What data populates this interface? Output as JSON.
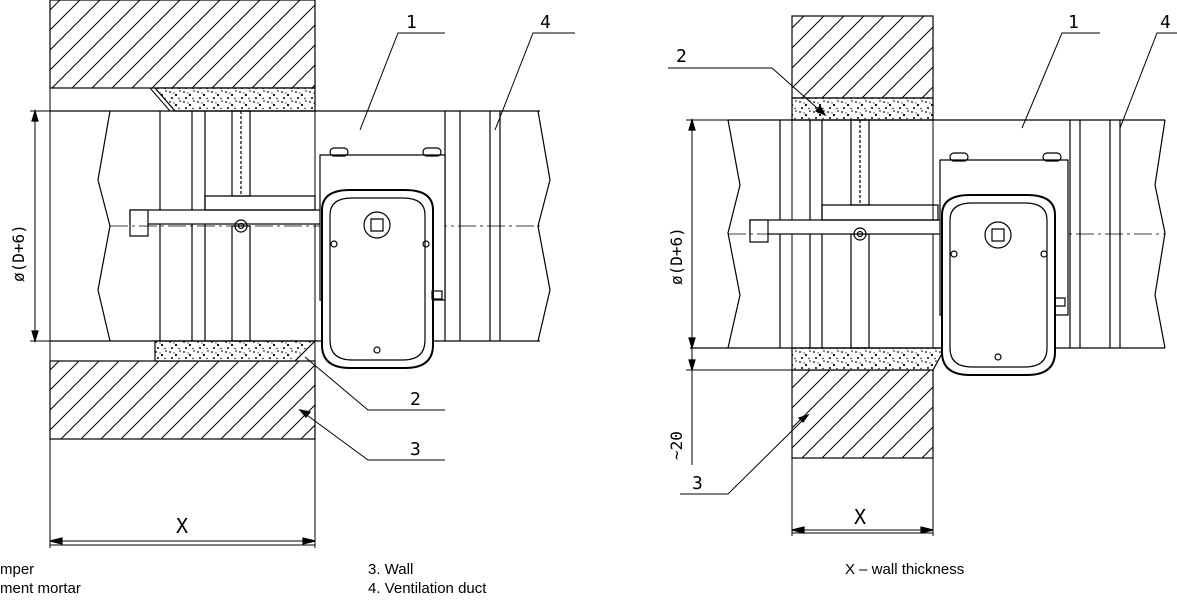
{
  "diagrams": {
    "left": {
      "callouts": [
        "1",
        "4",
        "2",
        "3"
      ],
      "diameter_label": "ø(D+6)",
      "width_label": "X"
    },
    "right": {
      "callouts": [
        "2",
        "1",
        "4",
        "3"
      ],
      "diameter_label": "ø(D+6)",
      "gap_label": "~20",
      "width_label": "X"
    }
  },
  "legend": {
    "col1": [
      "mper",
      "ment mortar"
    ],
    "col2": [
      "3. Wall",
      "4. Ventilation duct"
    ],
    "col3": [
      "X – wall thickness"
    ]
  },
  "colors": {
    "line": "#000000",
    "background": "#ffffff"
  }
}
